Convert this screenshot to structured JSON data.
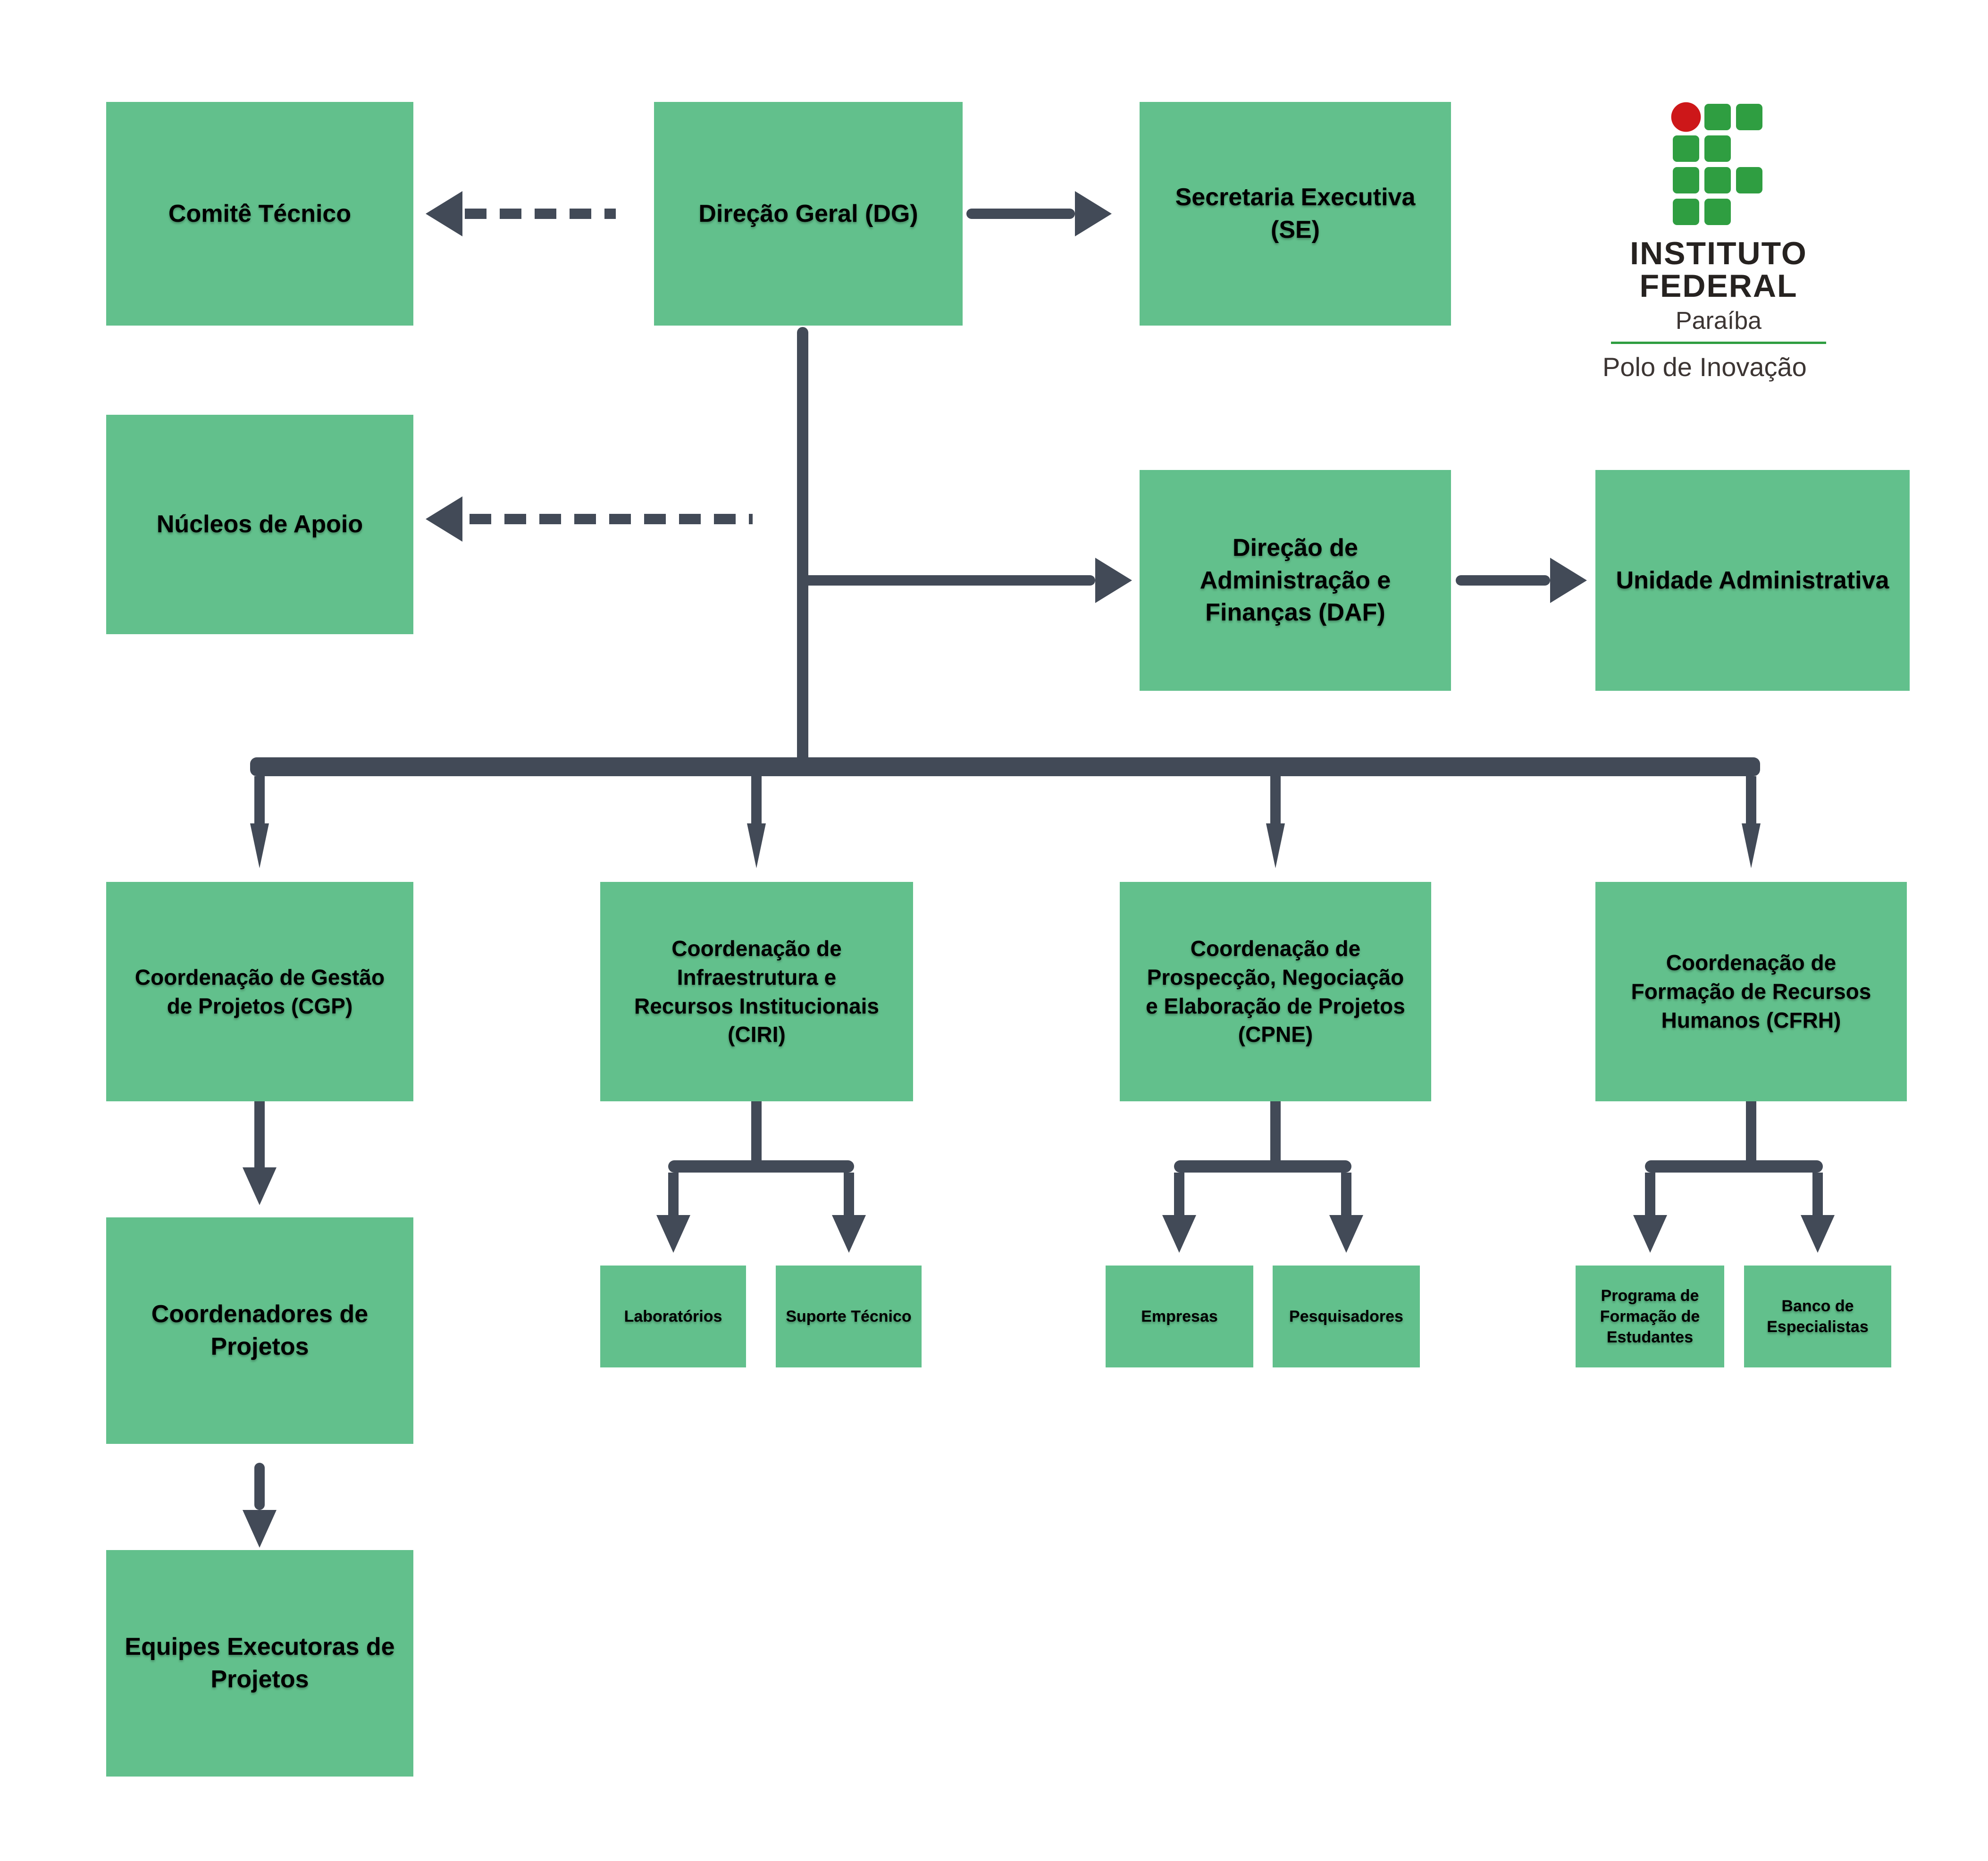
{
  "diagram": {
    "nodes": {
      "comite": {
        "label": "Comitê Técnico"
      },
      "dg": {
        "label": "Direção Geral (DG)"
      },
      "se": {
        "label": "Secretaria Executiva\n(SE)"
      },
      "nucleos": {
        "label": "Núcleos de Apoio"
      },
      "daf": {
        "label": "Direção de\nAdministração e\nFinanças (DAF)"
      },
      "ua": {
        "label": "Unidade Administrativa"
      },
      "cgp": {
        "label": "Coordenação de Gestão\nde Projetos (CGP)"
      },
      "ciri": {
        "label": "Coordenação de\nInfraestrutura e\nRecursos Institucionais\n(CIRI)"
      },
      "cpne": {
        "label": "Coordenação de\nProspecção, Negociação\ne Elaboração de Projetos\n(CPNE)"
      },
      "cfrh": {
        "label": "Coordenação de\nFormação de Recursos\nHumanos (CFRH)"
      },
      "coordenadores": {
        "label": "Coordenadores de\nProjetos"
      },
      "equipes": {
        "label": "Equipes Executoras de\nProjetos"
      },
      "laboratorios": {
        "label": "Laboratórios"
      },
      "suporte": {
        "label": "Suporte Técnico"
      },
      "empresas": {
        "label": "Empresas"
      },
      "pesquisadores": {
        "label": "Pesquisadores"
      },
      "programa": {
        "label": "Programa de\nFormação de\nEstudantes"
      },
      "banco": {
        "label": "Banco de\nEspecialistas"
      }
    }
  },
  "logo": {
    "line1": "INSTITUTO",
    "line2": "FEDERAL",
    "line3": "Paraíba",
    "line4": "Polo de Inovação"
  },
  "theme": {
    "node-fill": "#62c08c",
    "node-text": "#000000",
    "connector": "#424a57",
    "logo-green": "#2f9e41",
    "logo-red": "#cd1719",
    "logo-text": "#262220",
    "logo-subtext": "#3c3533",
    "background": "#ffffff"
  }
}
